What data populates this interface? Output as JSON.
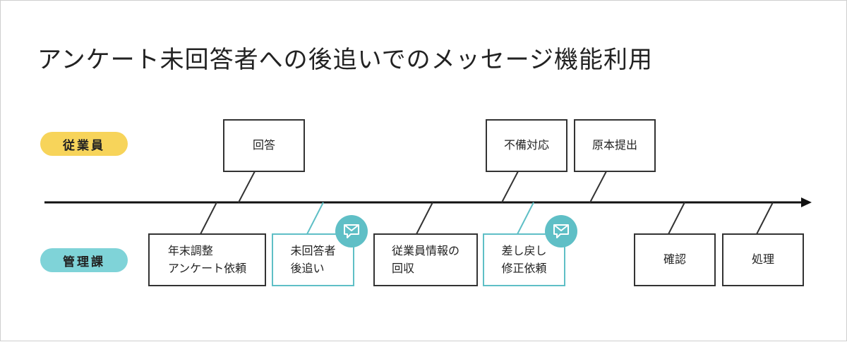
{
  "title": "アンケート未回答者への後追いでのメッセージ機能利用",
  "lanes": {
    "employee": "従業員",
    "hr": "管理課"
  },
  "employee_steps": [
    {
      "label": "回答"
    },
    {
      "label": "不備対応"
    },
    {
      "label": "原本提出"
    }
  ],
  "hr_steps": [
    {
      "label": "年末調整\nアンケート依頼",
      "message_feature": false
    },
    {
      "label": "未回答者\n後追い",
      "message_feature": true
    },
    {
      "label": "従業員情報の\n回収",
      "message_feature": false
    },
    {
      "label": "差し戻し\n修正依頼",
      "message_feature": true
    },
    {
      "label": "確認",
      "message_feature": false
    },
    {
      "label": "処理",
      "message_feature": false
    }
  ],
  "colors": {
    "employee_lane": "#f7d45a",
    "hr_lane": "#7fd3d8",
    "message_accent": "#5fbfc6",
    "timeline": "#111111"
  },
  "icons": {
    "message_badge": "message-icon",
    "timeline_end": "arrowhead"
  }
}
